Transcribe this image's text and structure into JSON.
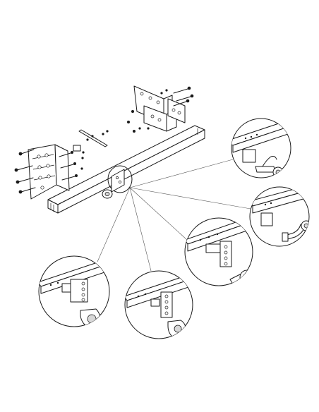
{
  "figure": {
    "type": "exploded-assembly-diagram",
    "subject": "towbar",
    "detail_callouts": [
      {
        "id": "detail-1",
        "fitting": "swan-neck-ball"
      },
      {
        "id": "detail-2",
        "fitting": "detachable-swan-neck-ball"
      },
      {
        "id": "detail-3",
        "fitting": "flange-ball-on-plate"
      },
      {
        "id": "detail-4",
        "fitting": "pin-coupling-jaw"
      },
      {
        "id": "detail-5",
        "fitting": "pin-coupling-hook"
      }
    ]
  }
}
